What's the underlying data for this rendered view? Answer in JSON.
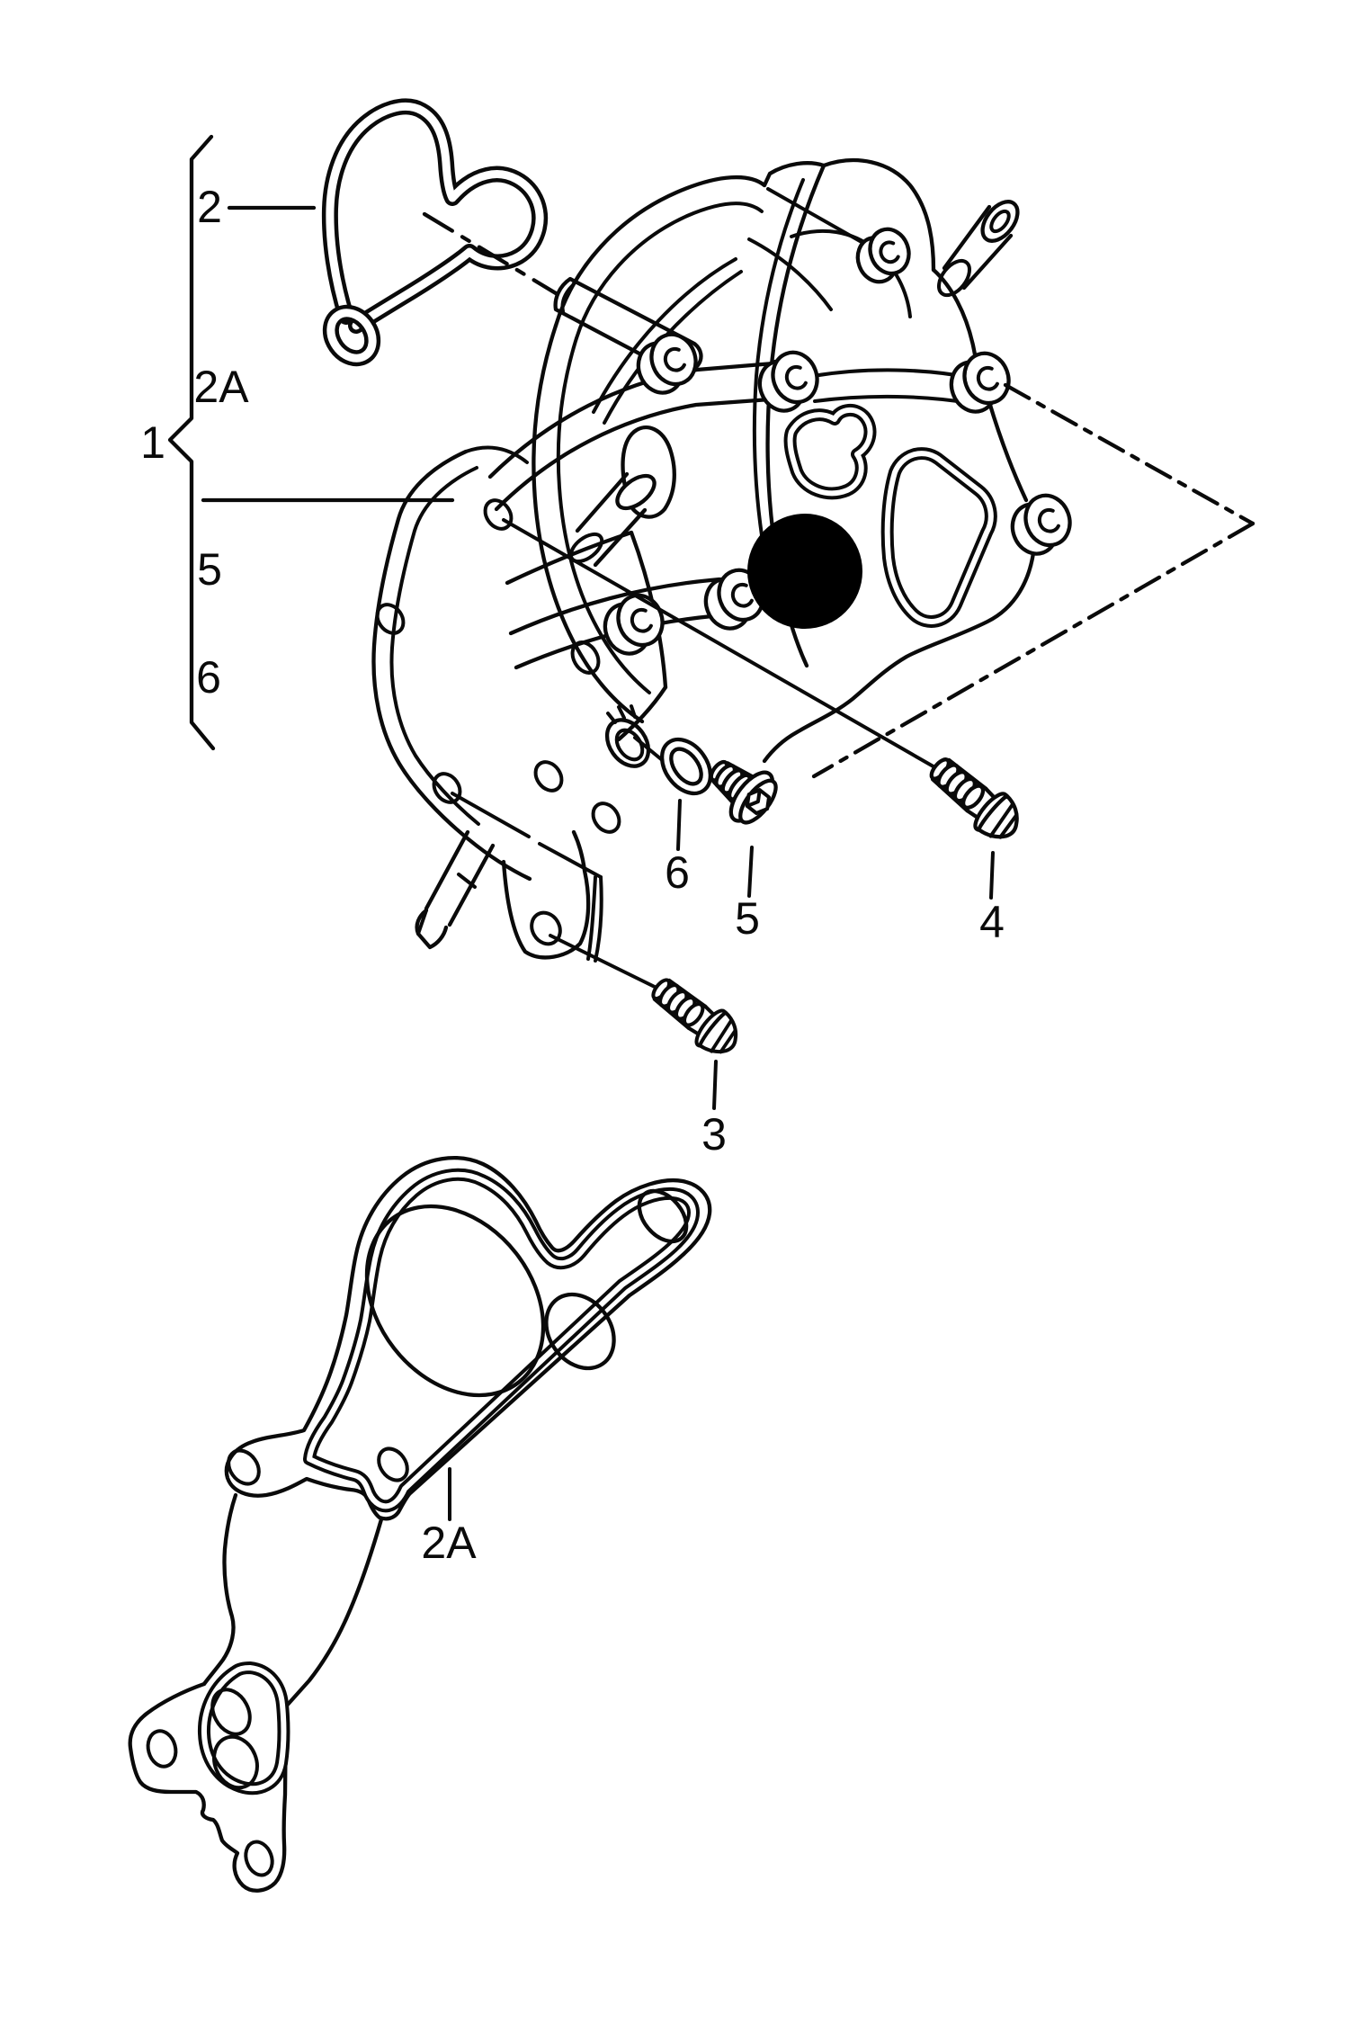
{
  "figure": {
    "type": "exploded-parts-diagram",
    "subject": "Engine vacuum pump with gaskets, seals and mounting bolts",
    "background_color": "#ffffff",
    "line_color": "#0a0a0a",
    "redaction_dot_color": "#000000"
  },
  "parts_list": {
    "assembly_label": "1",
    "items": [
      {
        "label": "2"
      },
      {
        "label": "2A"
      },
      {
        "label": "5"
      },
      {
        "label": "6"
      }
    ]
  },
  "callouts": [
    {
      "id": "bolt-3",
      "label": "3"
    },
    {
      "id": "bolt-4",
      "label": "4"
    },
    {
      "id": "screw-plug-5",
      "label": "5"
    },
    {
      "id": "o-ring-6",
      "label": "6"
    },
    {
      "id": "gasket-2a",
      "label": "2A"
    }
  ]
}
